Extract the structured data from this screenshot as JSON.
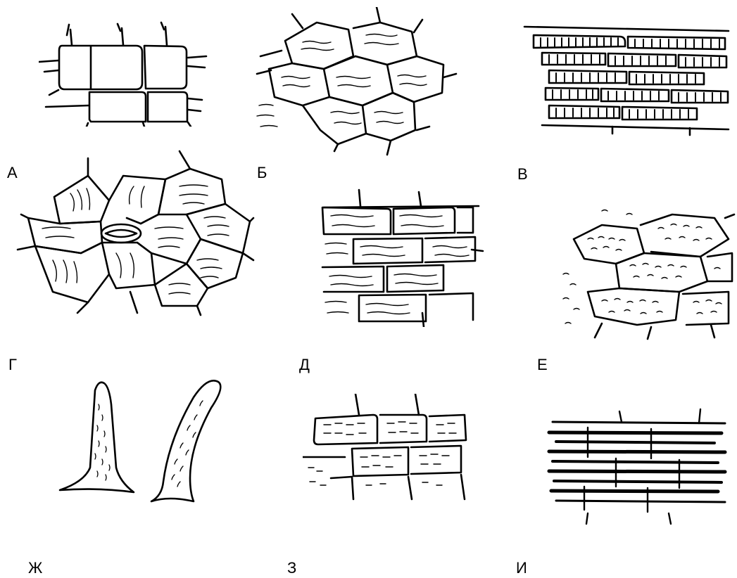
{
  "panels": [
    {
      "id": "a",
      "label": "А"
    },
    {
      "id": "b",
      "label": "Б"
    },
    {
      "id": "v",
      "label": "В"
    },
    {
      "id": "g",
      "label": "Г"
    },
    {
      "id": "d",
      "label": "Д"
    },
    {
      "id": "e",
      "label": "Е"
    },
    {
      "id": "zh",
      "label": "Ж"
    },
    {
      "id": "z",
      "label": "З"
    },
    {
      "id": "i",
      "label": "И"
    }
  ],
  "colors": {
    "ink": "#000000",
    "paper": "#ffffff"
  }
}
